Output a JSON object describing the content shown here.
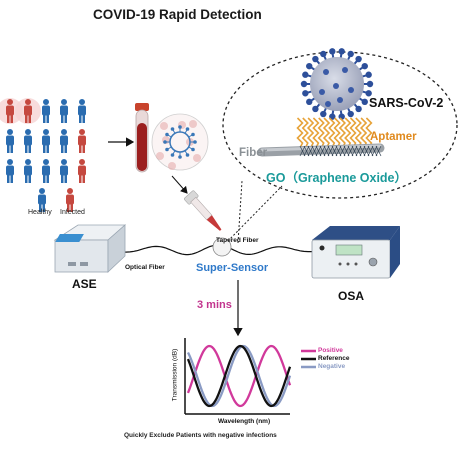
{
  "title": "COVID-19 Rapid Detection",
  "legend": {
    "healthy": "Healthy",
    "infected": "Infected"
  },
  "labels": {
    "optical_fiber": "Optical Fiber",
    "tapered_fiber": "Tapered Fiber",
    "super_sensor": "Super-Sensor",
    "ase": "ASE",
    "osa": "OSA",
    "time": "3 mins"
  },
  "inset": {
    "virus": "SARS-CoV-2",
    "aptamer": "Aptamer",
    "fiber": "Fiber",
    "go": "GO（Graphene Oxide）"
  },
  "chart_data": {
    "type": "line",
    "xlabel": "Wavelength (nm)",
    "ylabel": "Transmission (dB)",
    "series": [
      {
        "name": "Positive",
        "color": "#d1399b"
      },
      {
        "name": "Reference",
        "color": "#111111"
      },
      {
        "name": "Negative",
        "color": "#8a9bc4"
      }
    ]
  },
  "colors": {
    "healthy": "#2a6cb0",
    "infected": "#c5483f",
    "sensor": "#2f79c9",
    "time": "#c2358e"
  },
  "footer": "Quickly Exclude Patients with  negative infections"
}
